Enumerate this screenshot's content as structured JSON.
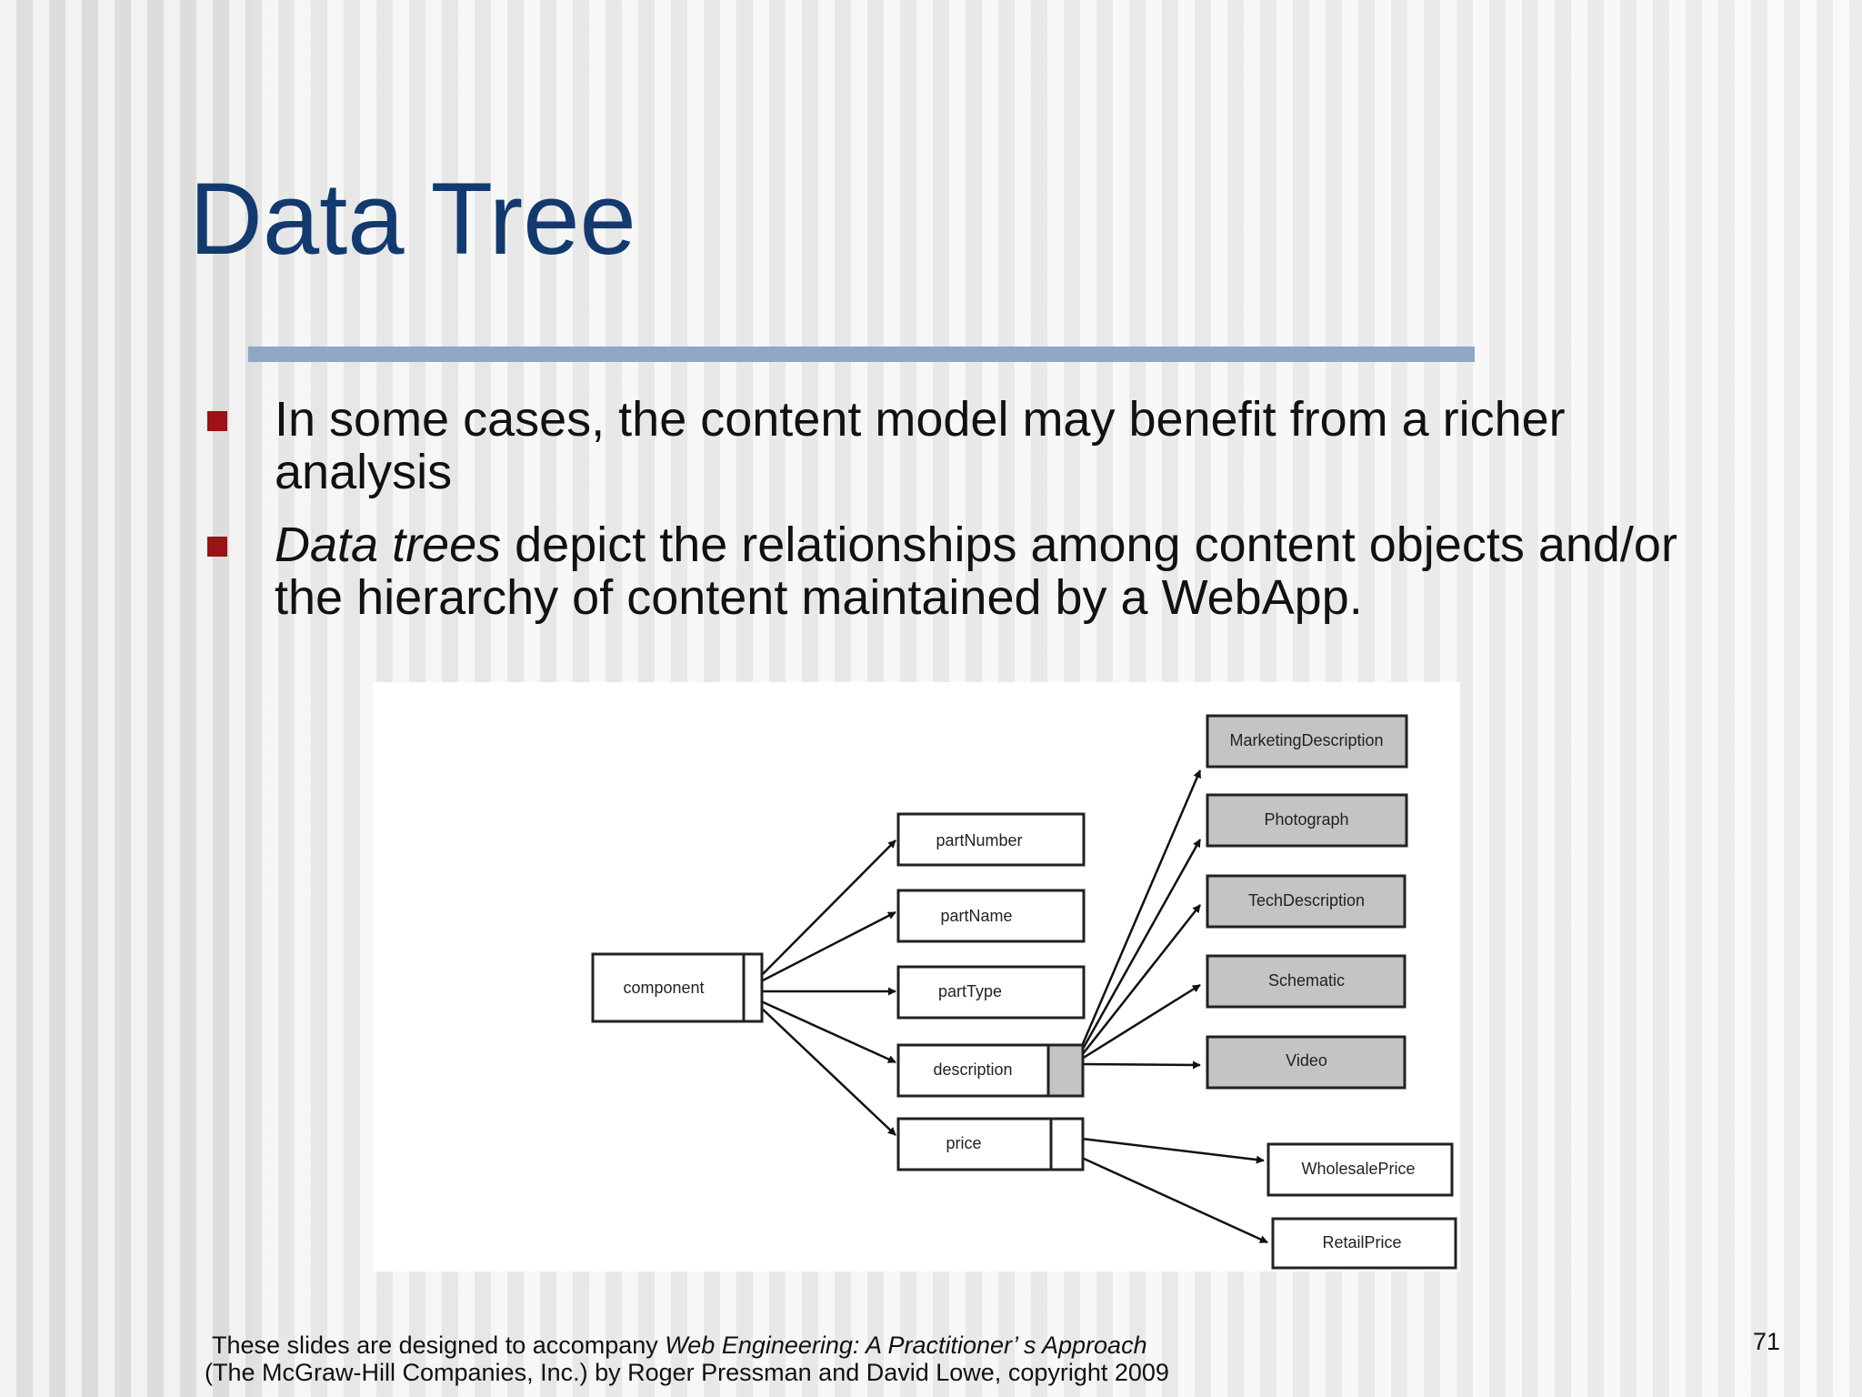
{
  "slide": {
    "title": "Data Tree",
    "bullets": [
      {
        "italic_prefix": "",
        "text": "In some cases, the content model may benefit from a richer analysis"
      },
      {
        "italic_prefix": "Data trees",
        "text": " depict the relationships among content objects and/or the hierarchy of content maintained by a WebApp."
      }
    ],
    "footer": {
      "line1_prefix": "These slides are designed to accompany ",
      "line1_italic": "Web Engineering: A Practitioner’ s Approach",
      "line2": "(The McGraw-Hill Companies, Inc.) by Roger Pressman and David Lowe, copyright 2009"
    },
    "slide_number": "71"
  },
  "diagram": {
    "root": "component",
    "children": [
      "partNumber",
      "partName",
      "partType",
      "description",
      "price"
    ],
    "description_children": [
      "MarketingDescription",
      "Photograph",
      "TechDescription",
      "Schematic",
      "Video"
    ],
    "price_children": [
      "WholesalePrice",
      "RetailPrice"
    ],
    "colors": {
      "shaded_box": "#c4c4c4",
      "plain_box": "#ffffff",
      "arrow": "#111111"
    }
  }
}
